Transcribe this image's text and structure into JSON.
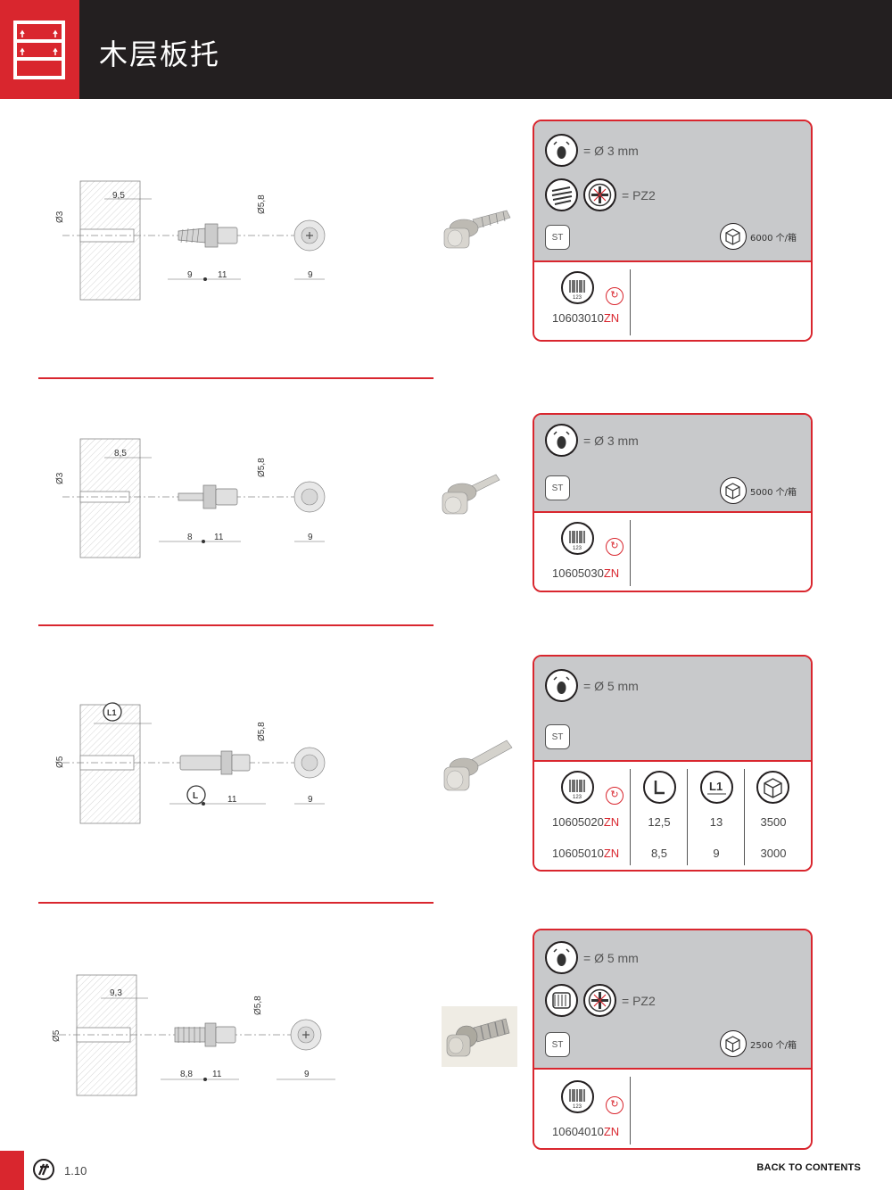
{
  "header": {
    "title": "木层板托"
  },
  "footer": {
    "page": "1.10",
    "back_link": "BACK TO CONTENTS"
  },
  "products": [
    {
      "hole_spec": "= Ø 3 mm",
      "drive_spec": "= PZ2",
      "material": "ST",
      "pack": "6000 个/箱",
      "code": "10603010",
      "finish": "ZN",
      "dims": {
        "depth": "9,5",
        "hole": "Ø3",
        "head": "Ø5,8",
        "a": "9",
        "b": "11",
        "c": "9"
      }
    },
    {
      "hole_spec": "= Ø 3 mm",
      "material": "ST",
      "pack": "5000 个/箱",
      "code": "10605030",
      "finish": "ZN",
      "dims": {
        "depth": "8,5",
        "hole": "Ø3",
        "head": "Ø5,8",
        "a": "8",
        "b": "11",
        "c": "9"
      }
    },
    {
      "hole_spec": "= Ø 5 mm",
      "material": "ST",
      "dims": {
        "depth": "L1",
        "hole": "Ø5",
        "head": "Ø5,8",
        "a": "L",
        "b": "11",
        "c": "9"
      },
      "table": [
        {
          "code": "10605020",
          "finish": "ZN",
          "L": "12,5",
          "L1": "13",
          "qty": "3500"
        },
        {
          "code": "10605010",
          "finish": "ZN",
          "L": "8,5",
          "L1": "9",
          "qty": "3000"
        }
      ]
    },
    {
      "hole_spec": "= Ø 5 mm",
      "drive_spec": "= PZ2",
      "material": "ST",
      "pack": "2500 个/箱",
      "code": "10604010",
      "finish": "ZN",
      "dims": {
        "depth": "9,3",
        "hole": "Ø5",
        "head": "Ø5,8",
        "a": "8,8",
        "b": "11",
        "c": "9"
      }
    }
  ],
  "icons": {
    "hole": "drill-hole-icon",
    "screw": "screw-thread-icon",
    "drive": "pozidriv-icon",
    "barcode": "barcode-icon",
    "rotate": "rotate-icon",
    "box": "box-icon",
    "length": "length-L-icon",
    "length1": "length-L1-icon"
  },
  "colors": {
    "accent": "#d9262e",
    "header_bg": "#231f20",
    "card_top": "#c8c9cb"
  }
}
